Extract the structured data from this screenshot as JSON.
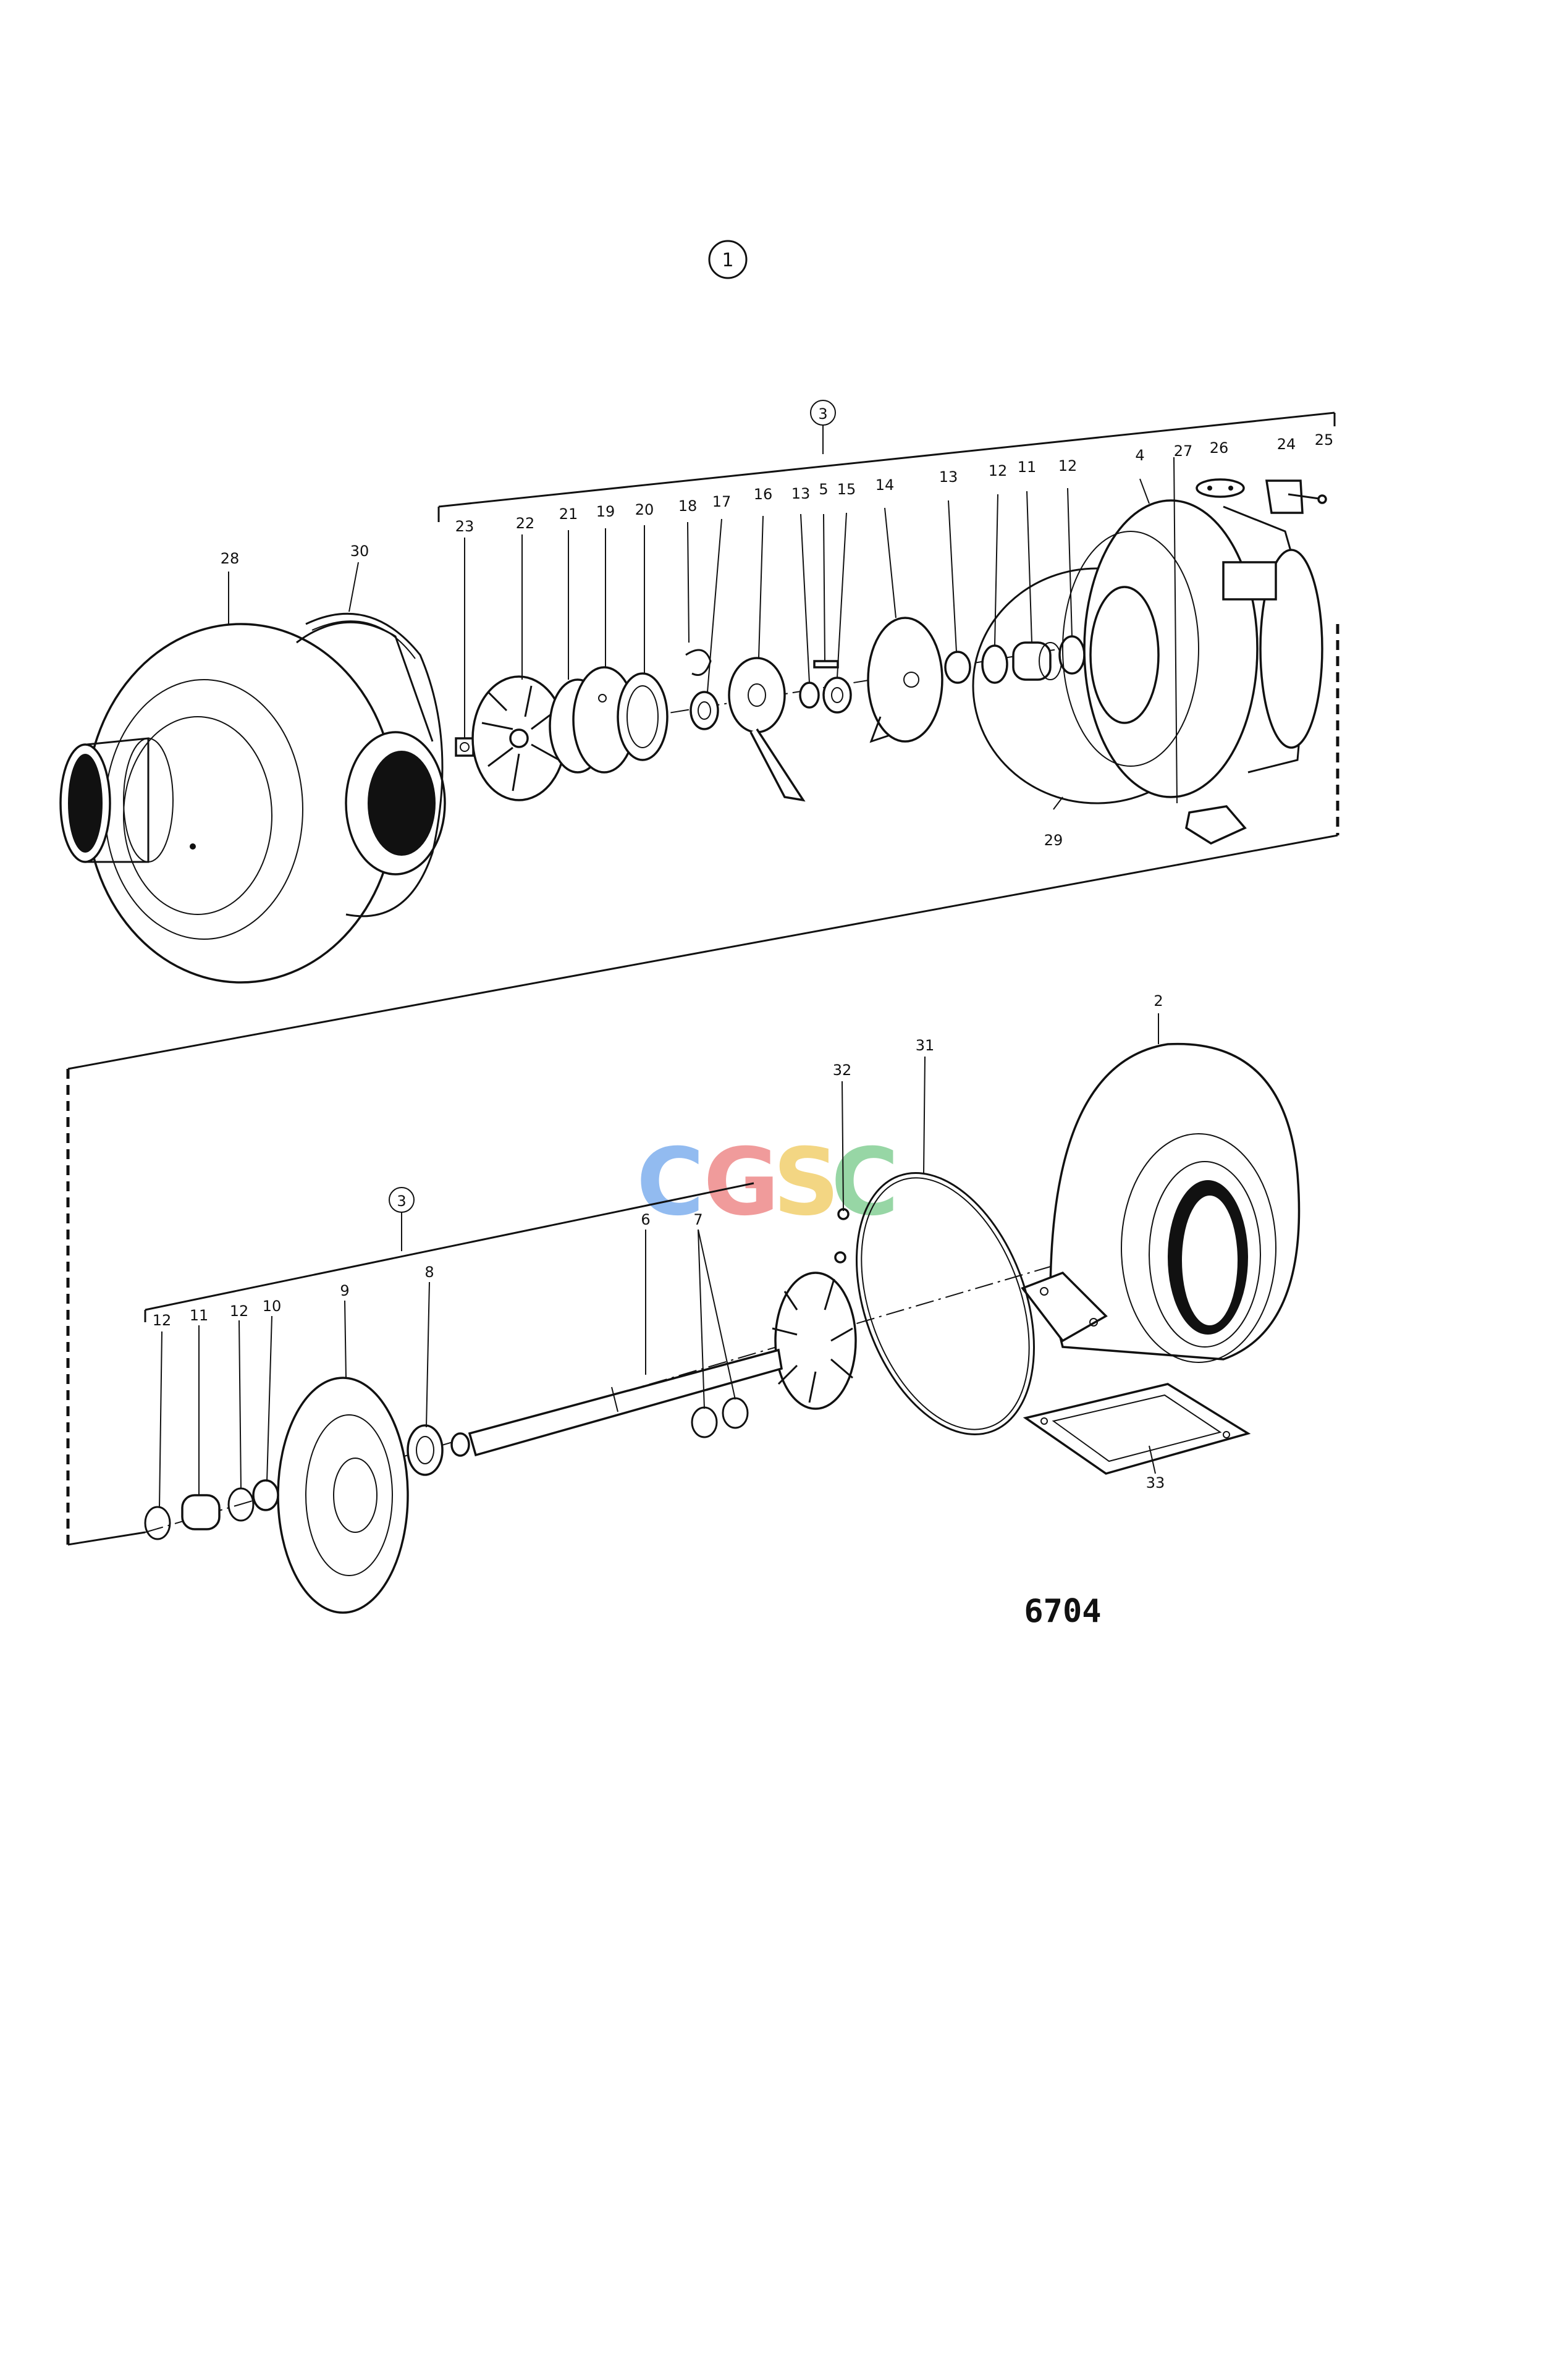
{
  "diagram": {
    "group_number": "1",
    "subassembly_number": "3",
    "figure_number": "6704",
    "watermark": {
      "letters": [
        "C",
        "G",
        "S",
        "C"
      ],
      "colors": [
        "#7fb0ee",
        "#ee8a8a",
        "#f1cf6e",
        "#86cf96"
      ]
    },
    "upper_labels": {
      "l23": "23",
      "l22": "22",
      "l21": "21",
      "l19": "19",
      "l20": "20",
      "l18": "18",
      "l17": "17",
      "l16": "16",
      "l13a": "13",
      "l5": "5",
      "l15": "15",
      "l14": "14",
      "l13b": "13",
      "l12a": "12",
      "l11": "11",
      "l12b": "12",
      "l4": "4",
      "l27": "27",
      "l26": "26",
      "l24": "24",
      "l25": "25",
      "l28": "28",
      "l30": "30",
      "l29": "29"
    },
    "lower_labels": {
      "l2": "2",
      "l31": "31",
      "l32": "32",
      "l6": "6",
      "l7": "7",
      "l8": "8",
      "l9": "9",
      "l10": "10",
      "l12a": "12",
      "l11": "11",
      "l12b": "12",
      "l33": "33"
    }
  }
}
